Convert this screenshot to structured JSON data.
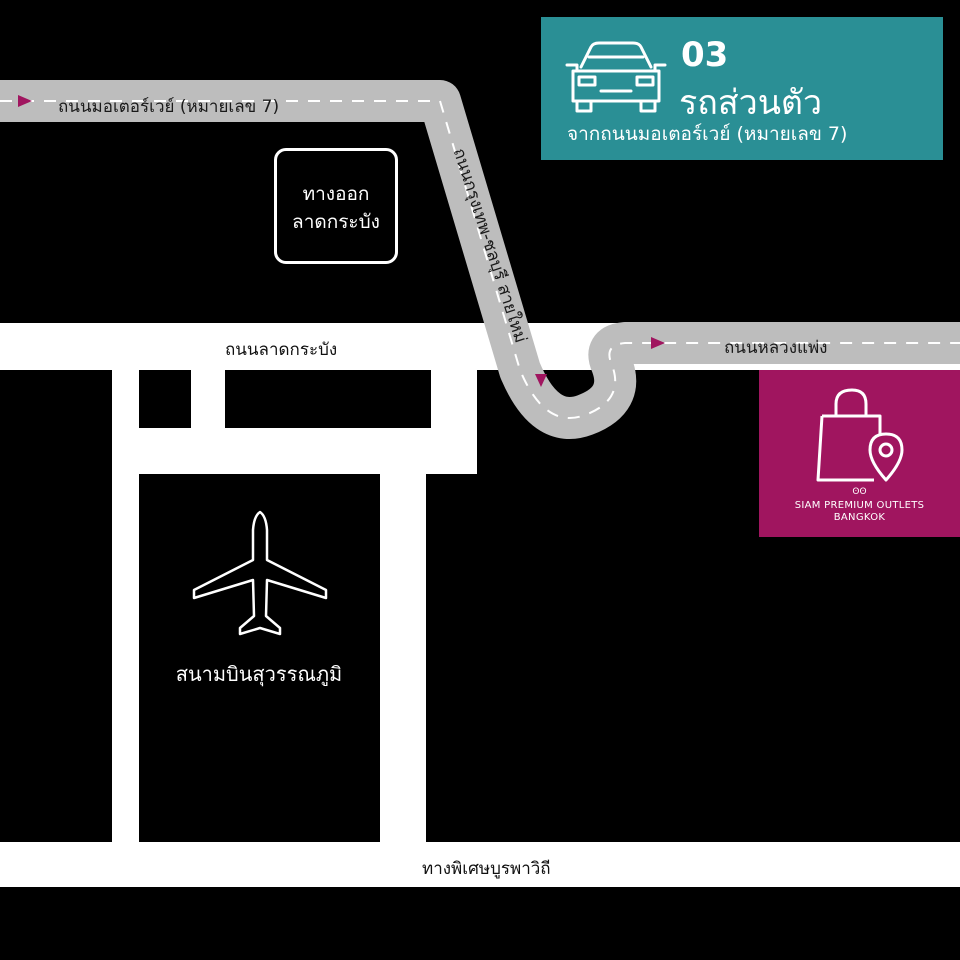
{
  "header": {
    "number": "03",
    "title": "รถส่วนตัว",
    "subtitle": "จากถนนมอเตอร์เวย์ (หมายเลข 7)",
    "color": "#2a8f95"
  },
  "roads": {
    "motorway": "ถนนมอเตอร์เวย์ (หมายเลข 7)",
    "bangkok_chonburi": "ถนนกรุงเทพ-ชลบุรี สายใหม่",
    "lat_krabang": "ถนนลาดกระบัง",
    "luang_phaeng": "ถนนหลวงแพ่ง",
    "special_road": "ทางพิเศษบูรพาวิถี"
  },
  "exit": {
    "line1": "ทางออก",
    "line2": "ลาดกระบัง"
  },
  "airport": {
    "name": "สนามบินสุวรรณภูมิ",
    "icon": "airplane-icon"
  },
  "destination": {
    "logo": "ʘʘ",
    "name_line1": "SIAM PREMIUM OUTLETS",
    "name_line2": "BANGKOK",
    "icon": "shopping-bag-location-icon",
    "color": "#a0155f"
  },
  "colors": {
    "route_gray": "#bdbdbd",
    "road_white": "#ffffff",
    "arrow": "#a0155f",
    "background": "#000000"
  }
}
